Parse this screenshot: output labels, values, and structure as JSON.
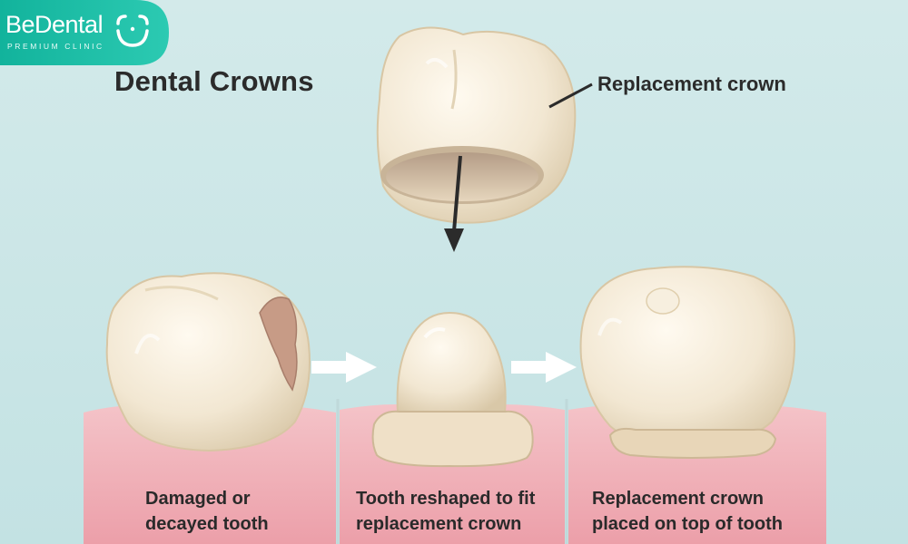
{
  "brand": {
    "name": "BeDental",
    "tagline": "PREMIUM CLINIC"
  },
  "diagram": {
    "title": "Dental Crowns",
    "crown_label": "Replacement crown",
    "panels": [
      {
        "line1": "Damaged or",
        "line2": "decayed tooth"
      },
      {
        "line1": "Tooth reshaped to fit",
        "line2": "replacement crown"
      },
      {
        "line1": "Replacement crown",
        "line2": "placed on top of tooth"
      }
    ]
  },
  "colors": {
    "background": "#cfe8e8",
    "gum": "#f2b8bf",
    "tooth": "#f3ead9",
    "brand_teal": "#1fbfa6",
    "decay": "#c79b86"
  }
}
